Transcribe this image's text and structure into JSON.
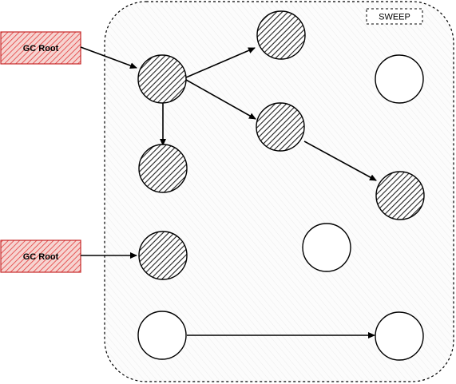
{
  "diagram": {
    "region_label": "SWEEP",
    "roots": [
      {
        "label": "GC Root"
      },
      {
        "label": "GC Root"
      }
    ],
    "colors": {
      "root_fill": "#f4c7c3",
      "root_hatch": "#e33a3a",
      "marked_hatch": "#222222",
      "unmarked_fill": "#ffffff",
      "stroke": "#000000",
      "region_hatch": "#e6e6e6"
    },
    "nodes": [
      {
        "id": "n1",
        "marked": true
      },
      {
        "id": "n2",
        "marked": true
      },
      {
        "id": "n3",
        "marked": true
      },
      {
        "id": "n4",
        "marked": true
      },
      {
        "id": "n5",
        "marked": true
      },
      {
        "id": "n6",
        "marked": true
      },
      {
        "id": "n7",
        "marked": false
      },
      {
        "id": "n8",
        "marked": false
      },
      {
        "id": "n9",
        "marked": false
      },
      {
        "id": "n10",
        "marked": false
      }
    ],
    "edges": [
      {
        "from": "root1",
        "to": "n1"
      },
      {
        "from": "n1",
        "to": "n2"
      },
      {
        "from": "n1",
        "to": "n3"
      },
      {
        "from": "n1",
        "to": "n4"
      },
      {
        "from": "n3",
        "to": "n5"
      },
      {
        "from": "root2",
        "to": "n6"
      },
      {
        "from": "n9",
        "to": "n10"
      }
    ]
  }
}
